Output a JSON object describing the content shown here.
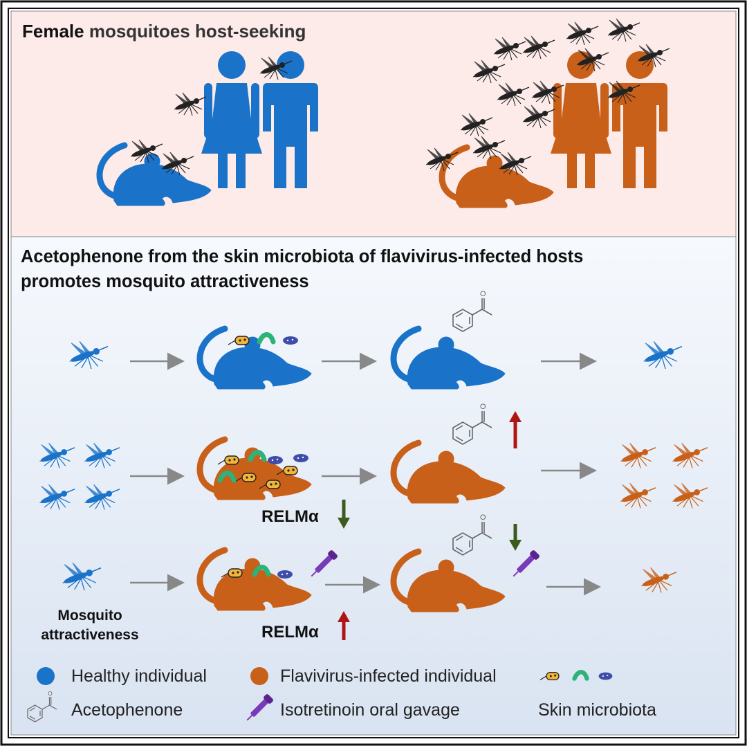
{
  "top_panel": {
    "title_bold": "Female",
    "title_rest": " mosquitoes host-seeking"
  },
  "bottom_panel": {
    "title_line1": "Acetophenone from the skin microbiota of flavivirus-infected hosts",
    "title_line2": "promotes mosquito attractiveness"
  },
  "labels": {
    "relm_row2": "RELMα",
    "relm_row3": "RELMα",
    "mosquito_attr_line1": "Mosquito",
    "mosquito_attr_line2": "attractiveness"
  },
  "legend": {
    "healthy": "Healthy individual",
    "infected": "Flavivirus-infected individual",
    "acetophenone": "Acetophenone",
    "isotretinoin": "Isotretinoin oral gavage",
    "skin_microbiota": "Skin microbiota"
  },
  "colors": {
    "healthy": "#1a73c8",
    "infected": "#c8601a",
    "up_arrow": "#b01515",
    "down_arrow": "#3a5a1e",
    "flow_arrow": "#888888",
    "isotretinoin": "#7a3bb8",
    "top_bg": "#fcebe9",
    "bottom_bg_top": "#f5f8fc",
    "bottom_bg_bottom": "#dde6f2"
  }
}
